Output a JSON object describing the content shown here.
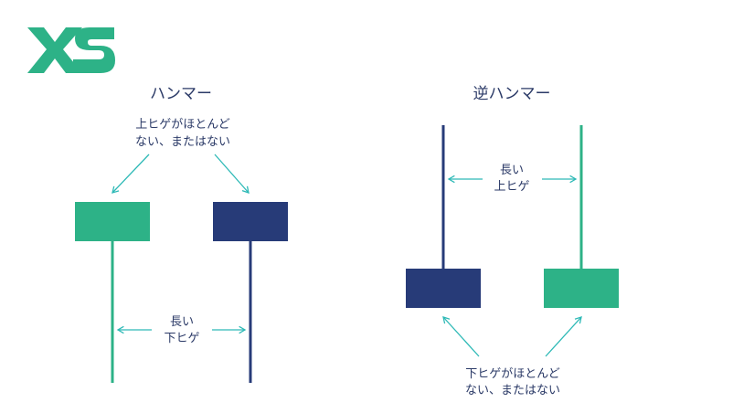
{
  "colors": {
    "green": "#2db287",
    "navy": "#273b78",
    "arrow": "#2db9b6",
    "text": "#2b3a67",
    "logo": "#2db287"
  },
  "logo": {
    "icon": "xs-logo-icon",
    "text": "XS"
  },
  "hammer": {
    "title": "ハンマー",
    "upper_note": [
      "上ヒゲがほとんど",
      "ない、またはない"
    ],
    "shadow_note": [
      "長い",
      "下ヒゲ"
    ]
  },
  "inverted_hammer": {
    "title": "逆ハンマー",
    "shadow_note": [
      "長い",
      "上ヒゲ"
    ],
    "lower_note": [
      "下ヒゲがほとんど",
      "ない、またはない"
    ]
  }
}
